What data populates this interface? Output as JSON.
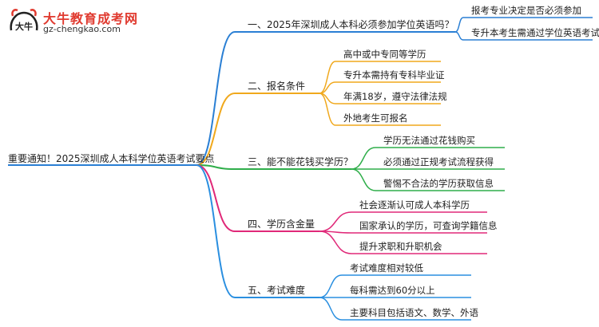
{
  "logo": {
    "title": "大牛教育成考网",
    "url": "gz-chengkao.com",
    "mark_text": "大牛",
    "color": "#e03a2f"
  },
  "root": "重要通知！2025深圳成人本科学位英语考试要点",
  "branches": [
    {
      "label": "一、2025年深圳成人本科必须参加学位英语吗？",
      "color": "#2a7fd4",
      "children": [
        "报考专业决定是否必须参加",
        "专升本考生需通过学位英语考试"
      ]
    },
    {
      "label": "二、报名条件",
      "color": "#f0a81c",
      "children": [
        "高中或中专同等学历",
        "专升本需持有专科毕业证",
        "年满18岁，遵守法律法规",
        "外地考生可报名"
      ]
    },
    {
      "label": "三、能不能花钱买学历？",
      "color": "#2fae4a",
      "children": [
        "学历无法通过花钱购买",
        "必须通过正规考试流程获得",
        "警惕不合法的学历获取信息"
      ]
    },
    {
      "label": "四、学历含金量",
      "color": "#e02878",
      "children": [
        "社会逐渐认可成人本科学历",
        "国家承认的学历，可查询学籍信息",
        "提升求职和升职机会"
      ]
    },
    {
      "label": "五、考试难度",
      "color": "#2a8fe0",
      "children": [
        "考试难度相对较低",
        "每科需达到60分以上",
        "主要科目包括语文、数学、外语"
      ]
    }
  ]
}
